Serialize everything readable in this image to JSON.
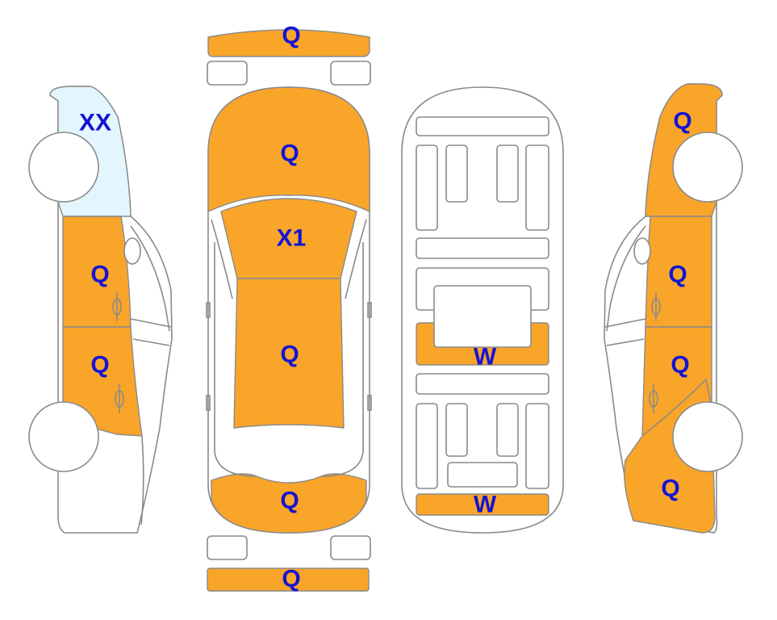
{
  "colors": {
    "damage": "#f9a52a",
    "tint": "#e3f6fd",
    "label": "#1414d2",
    "outline": "#8a8a8a"
  },
  "left_view": {
    "roof_rear_glass": "XX",
    "front_door": "Q",
    "rear_door": "Q"
  },
  "top_view": {
    "front_bumper": "Q",
    "hood": "Q",
    "windshield": "X1",
    "roof": "Q",
    "trunk": "Q",
    "rear_bumper": "Q"
  },
  "underside_view": {
    "center_crossmember": "W",
    "rear_crossmember": "W"
  },
  "right_view": {
    "rear_quarter": "Q",
    "rear_door": "Q",
    "front_door": "Q",
    "front_fender": "Q"
  }
}
